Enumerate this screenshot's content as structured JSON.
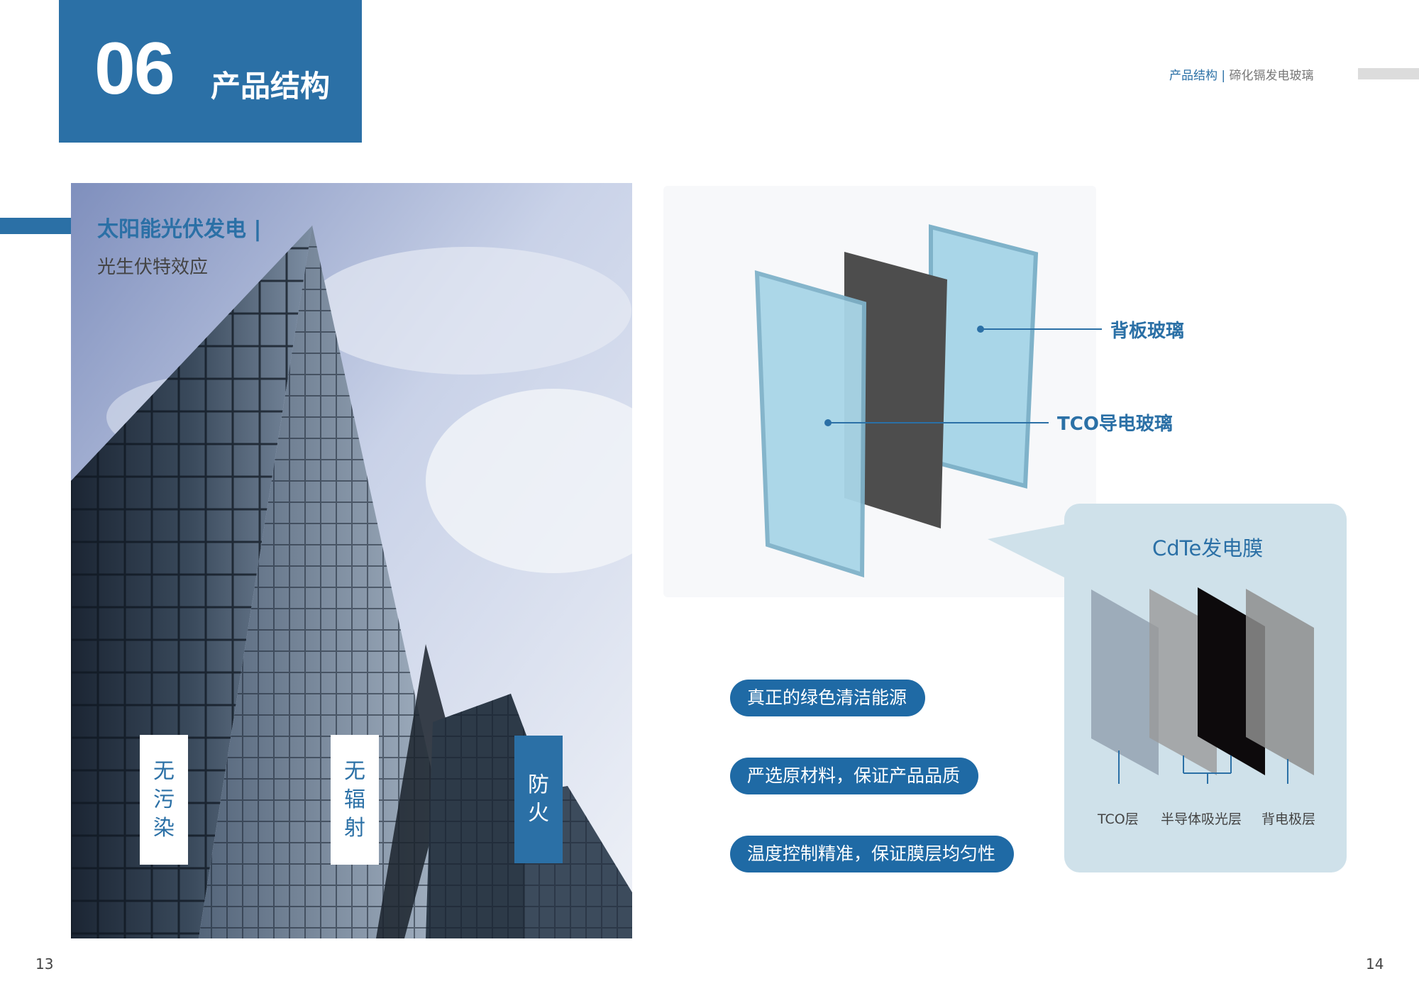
{
  "header": {
    "number": "06",
    "title": "产品结构"
  },
  "breadcrumb": {
    "section": "产品结构",
    "separator": " | ",
    "product": "碲化镉发电玻璃"
  },
  "photo": {
    "title": "太阳能光伏发电 |",
    "subtitle": "光生伏特效应",
    "tags": [
      "无污染",
      "无辐射",
      "防火"
    ]
  },
  "diagram": {
    "label_back_glass": "背板玻璃",
    "label_tco_glass": "TCO导电玻璃",
    "colors": {
      "glass": "#a9d6e8",
      "glass_edge": "#7fb2c9",
      "film": "#4d4d4d"
    }
  },
  "cdte": {
    "title": "CdTe发电膜",
    "layers": [
      "TCO层",
      "半导体吸光层",
      "背电极层"
    ]
  },
  "features": [
    "真正的绿色清洁能源",
    "严选原材料，保证产品品质",
    "温度控制精准，保证膜层均匀性"
  ],
  "pages": {
    "left": "13",
    "right": "14"
  },
  "colors": {
    "accent": "#2b70a6",
    "panel": "#cfe1ea",
    "pill": "#1f6aa5"
  }
}
